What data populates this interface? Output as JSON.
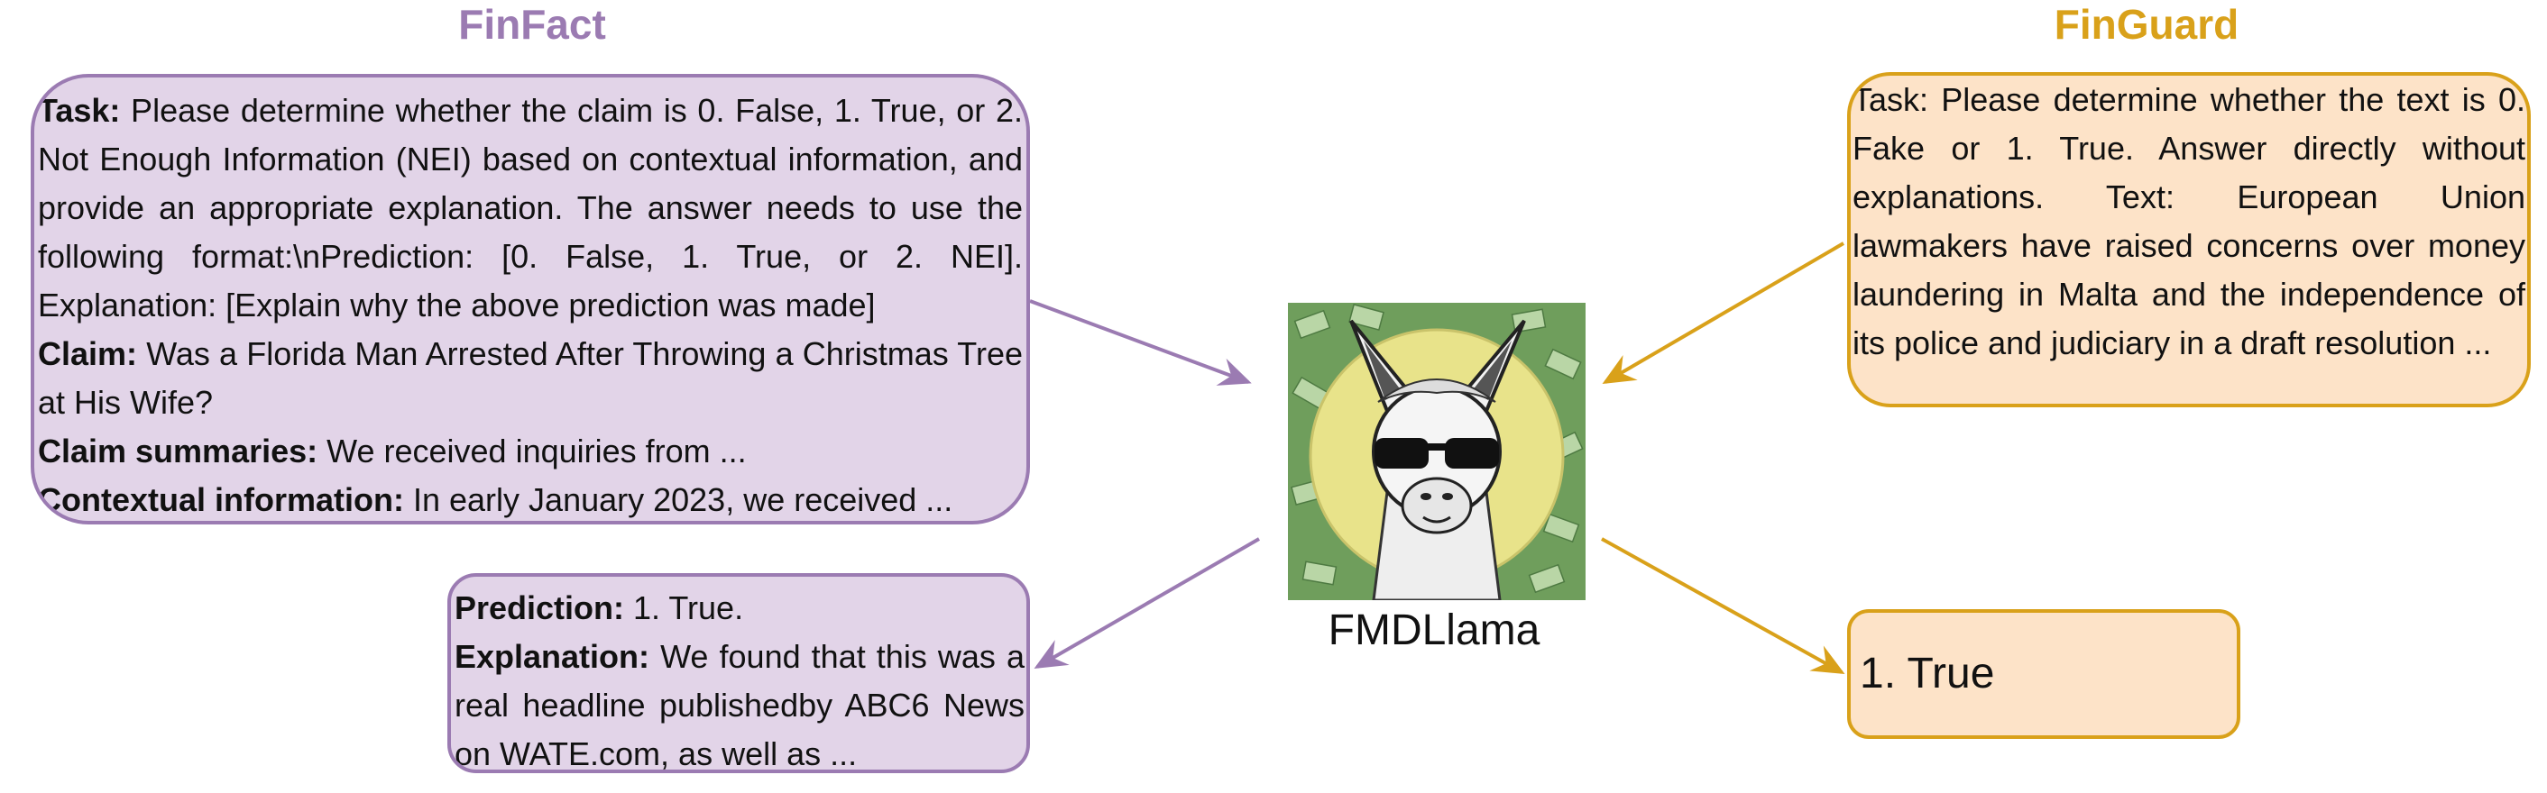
{
  "finfact": {
    "title": "FinFact",
    "input": {
      "task_label": "Task:",
      "task_text": " Please determine whether the claim is 0. False, 1. True, or 2. Not Enough Information (NEI) based on contextual information, and provide an appropriate explanation. The answer needs to use the following format:\\nPrediction: [0. False, 1. True, or 2. NEI]. Explanation: [Explain why the above prediction was made]",
      "claim_label": "Claim:",
      "claim_text": " Was a Florida Man Arrested After Throwing a Christmas Tree at His Wife?",
      "summaries_label": "Claim summaries:",
      "summaries_text": " We received inquiries from ...",
      "context_label": "Contextual information:",
      "context_text": " In early January 2023, we received ..."
    },
    "output": {
      "prediction_label": "Prediction:",
      "prediction_text": " 1. True.",
      "explanation_label": "Explanation:",
      "explanation_text": " We found that this was a real headline publishedby ABC6 News on WATE.com, as well as ..."
    }
  },
  "finguard": {
    "title": "FinGuard",
    "input_text": "Task: Please determine whether the text is 0. Fake or 1. True. Answer directly without explanations. Text: European Union lawmakers have raised concerns over money laundering in Malta and the independence of its police and judiciary in a draft resolution ...",
    "output_text": "1. True"
  },
  "model": {
    "label": "FMDLlama"
  },
  "colors": {
    "finfact_accent": "#9b7bb2",
    "finfact_fill": "#e2d4e8",
    "finguard_accent": "#d9a11a",
    "finguard_fill": "#fde3c8"
  }
}
